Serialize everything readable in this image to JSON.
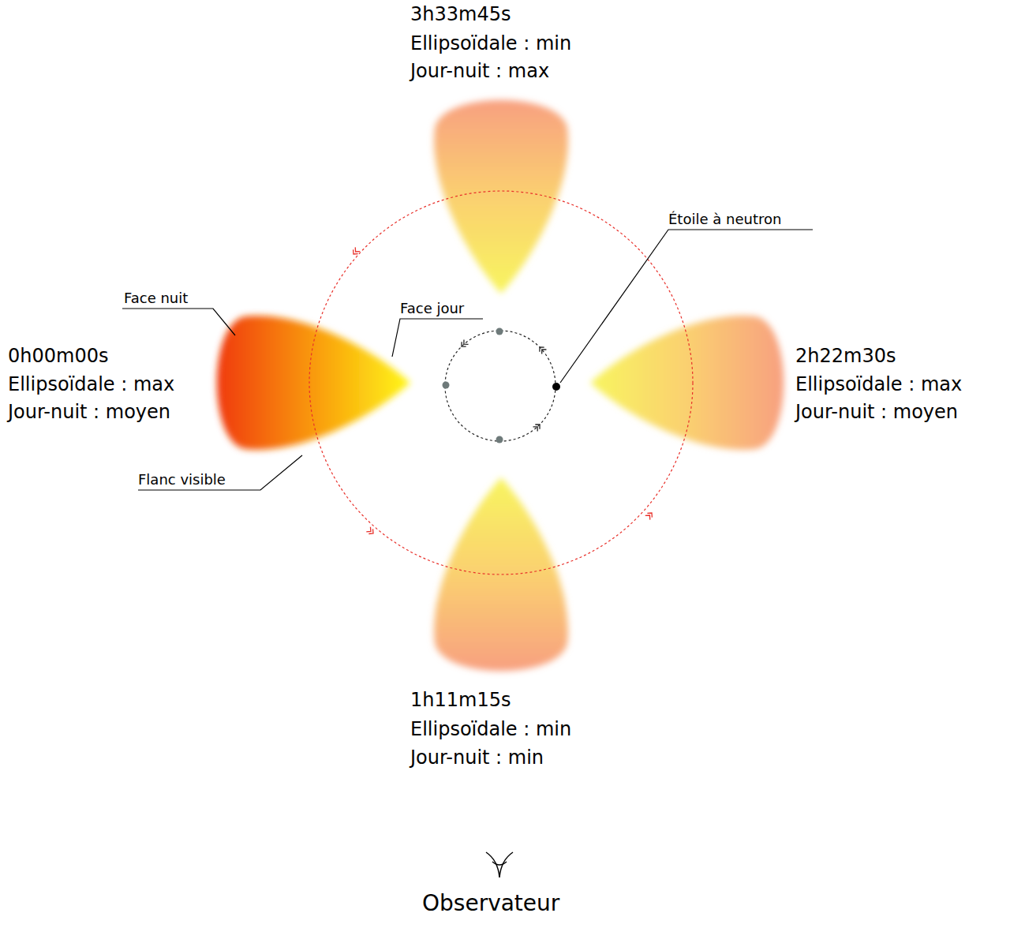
{
  "diagram": {
    "labels": [
      "3h33m45s",
      "Ellipsoïdale : min",
      "Jour-nuit : max",
      "0h00m00s",
      "Ellipsoïdale : max",
      "Jour-nuit : moyen",
      "2h22m30s",
      "Ellipsoïdale : max",
      "Jour-nuit : moyen",
      "1h11m15s",
      "Ellipsoïdale : min",
      "Jour-nuit : min",
      "Face nuit",
      "Face jour",
      "Flanc visible",
      "Étoile à neutron",
      "Observateur"
    ]
  }
}
